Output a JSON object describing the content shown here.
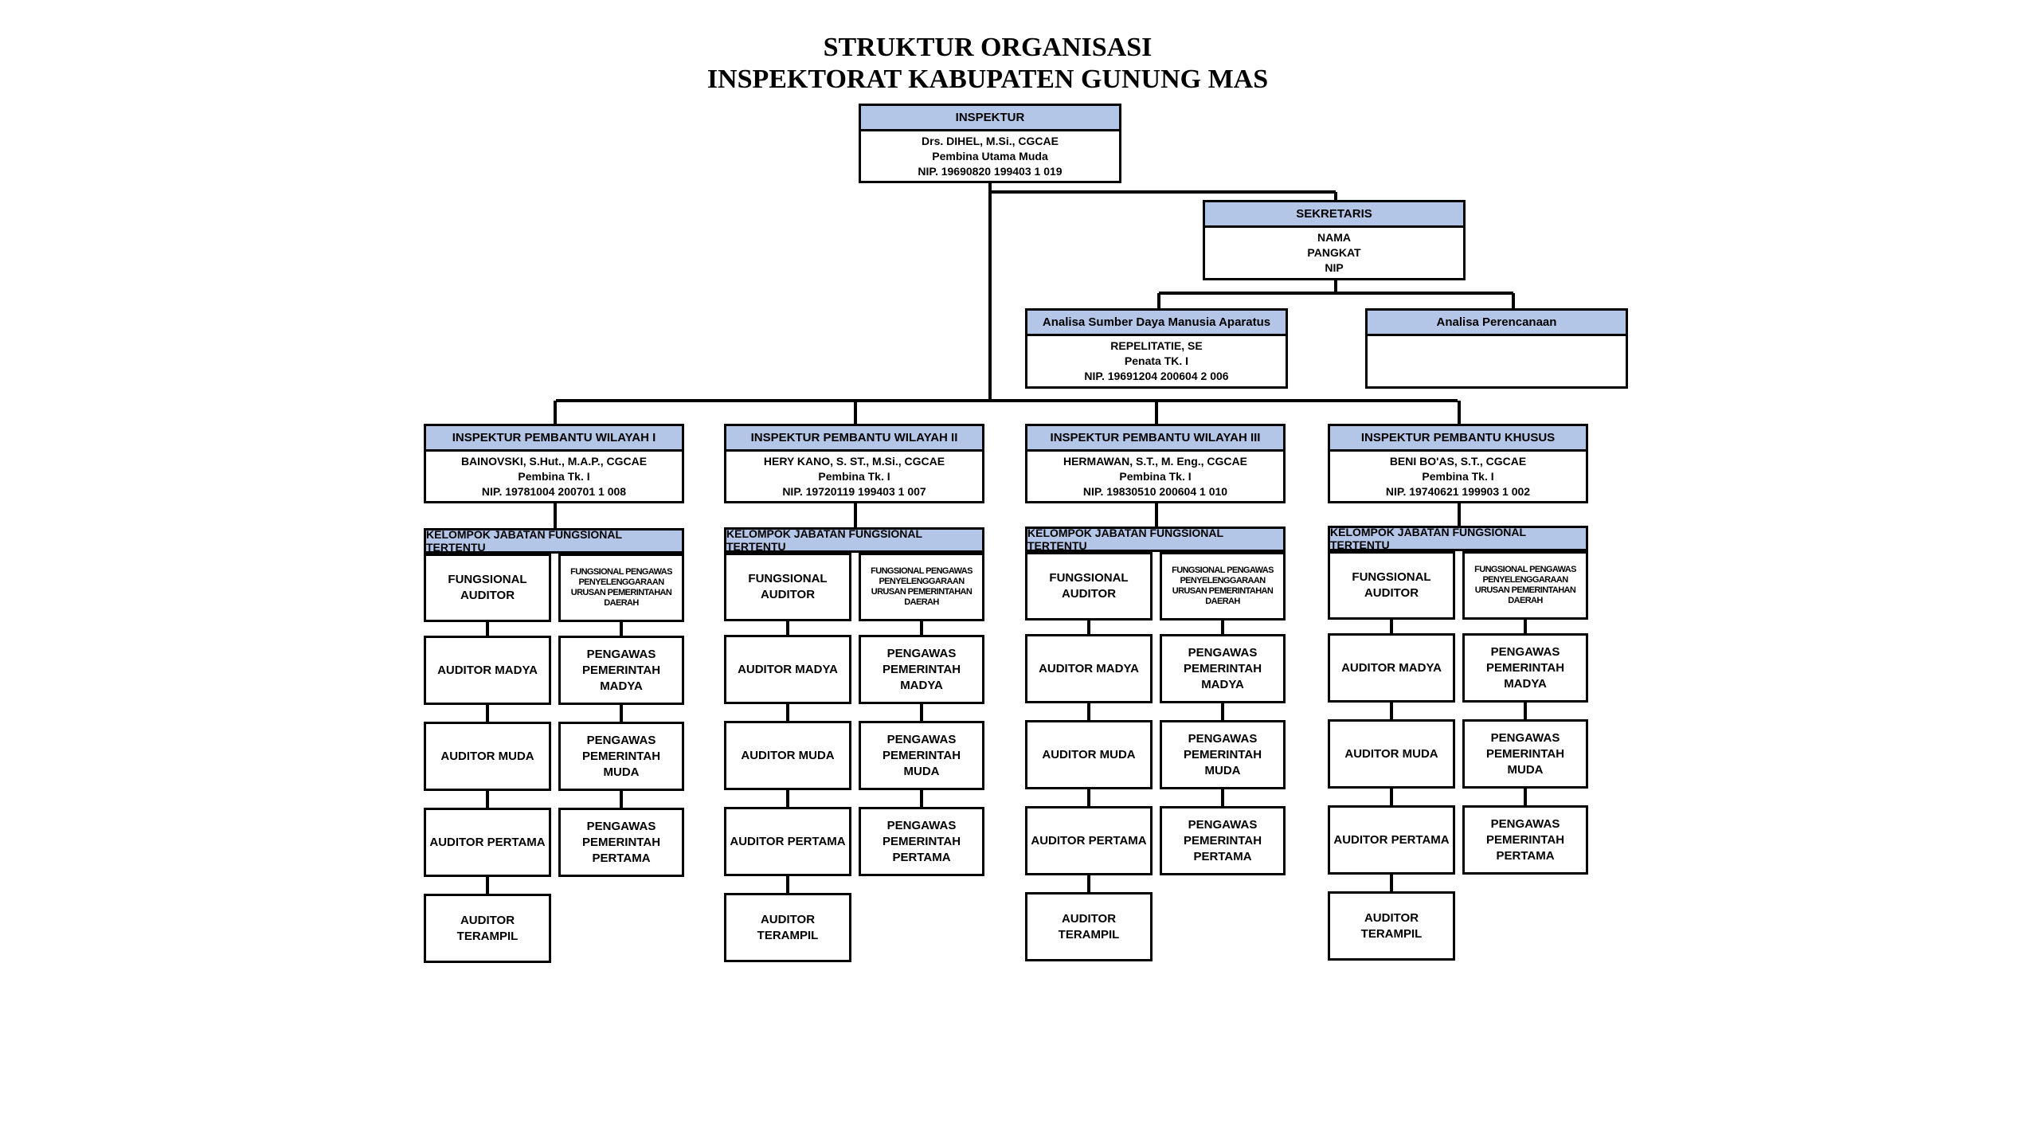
{
  "title": {
    "line1": "STRUKTUR ORGANISASI",
    "line2": "INSPEKTORAT KABUPATEN GUNUNG MAS"
  },
  "inspektur": {
    "header": "INSPEKTUR",
    "name": "Drs. DIHEL, M.Si., CGCAE",
    "rank": "Pembina Utama Muda",
    "nip": "NIP. 19690820 199403 1 019"
  },
  "sekretaris": {
    "header": "SEKRETARIS",
    "name": "NAMA",
    "rank": "PANGKAT",
    "nip": "NIP"
  },
  "analisa_sdm": {
    "header": "Analisa Sumber Daya Manusia Aparatus",
    "name": "REPELITATIE, SE",
    "rank": "Penata TK. I",
    "nip": "NIP. 19691204 200604 2 006"
  },
  "analisa_perencanaan": {
    "header": "Analisa Perencanaan"
  },
  "wilayah": [
    {
      "header": "INSPEKTUR PEMBANTU WILAYAH I",
      "name": "BAINOVSKI, S.Hut., M.A.P., CGCAE",
      "rank": "Pembina Tk. I",
      "nip": "NIP. 19781004 200701 1 008"
    },
    {
      "header": "INSPEKTUR PEMBANTU WILAYAH II",
      "name": "HERY KANO, S. ST., M.Si., CGCAE",
      "rank": "Pembina Tk. I",
      "nip": "NIP. 19720119 199403 1 007"
    },
    {
      "header": "INSPEKTUR PEMBANTU WILAYAH III",
      "name": "HERMAWAN, S.T., M. Eng., CGCAE",
      "rank": "Pembina Tk. I",
      "nip": "NIP. 19830510 200604 1 010"
    },
    {
      "header": "INSPEKTUR PEMBANTU KHUSUS",
      "name": "BENI BO'AS, S.T., CGCAE",
      "rank": "Pembina Tk. I",
      "nip": "NIP. 19740621 199903 1 002"
    }
  ],
  "kelompok": {
    "header": "KELOMPOK JABATAN FUNGSIONAL TERTENTU",
    "fungsional_auditor": "FUNGSIONAL AUDITOR",
    "fungsional_pengawas": "FUNGSIONAL PENGAWAS PENYELENGGARAAN URUSAN PEMERINTAHAN DAERAH",
    "auditor": [
      "AUDITOR MADYA",
      "AUDITOR MUDA",
      "AUDITOR PERTAMA",
      "AUDITOR TERAMPIL"
    ],
    "pengawas": [
      "PENGAWAS PEMERINTAH MADYA",
      "PENGAWAS PEMERINTAH MUDA",
      "PENGAWAS PEMERINTAH PERTAMA"
    ]
  }
}
